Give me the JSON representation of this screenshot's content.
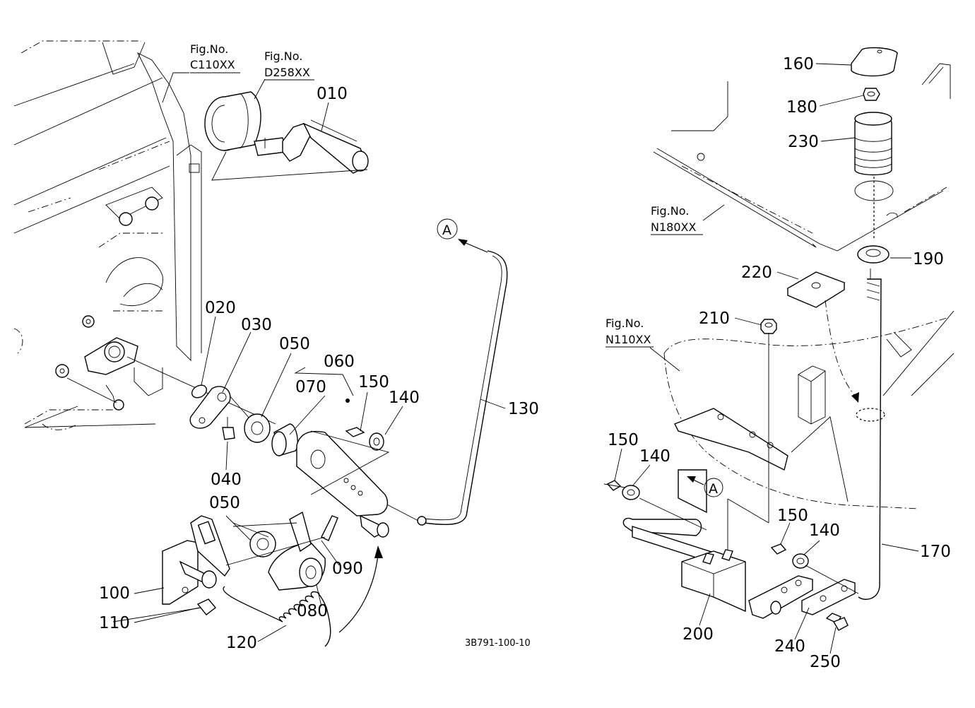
{
  "figure_refs": {
    "c110": {
      "line1": "Fig.No.",
      "line2": "C110XX"
    },
    "d258": {
      "line1": "Fig.No.",
      "line2": "D258XX"
    },
    "n180": {
      "line1": "Fig.No.",
      "line2": "N180XX"
    },
    "n110": {
      "line1": "Fig.No.",
      "line2": "N110XX"
    }
  },
  "left_labels": {
    "p010": "010",
    "p020": "020",
    "p030": "030",
    "p040": "040",
    "p050a": "050",
    "p050b": "050",
    "p060": "060",
    "p070": "070",
    "p080": "080",
    "p090": "090",
    "p100": "100",
    "p110": "110",
    "p120": "120",
    "p130": "130",
    "p140": "140",
    "p150": "150"
  },
  "right_labels": {
    "p140": "140",
    "p150": "150",
    "p140b": "140",
    "p150b": "150",
    "p160": "160",
    "p170": "170",
    "p180": "180",
    "p190": "190",
    "p200": "200",
    "p210": "210",
    "p220": "220",
    "p230": "230",
    "p240": "240",
    "p250": "250"
  },
  "connectors": {
    "left_a": "A",
    "right_a": "A"
  },
  "drawing_code": "3B791-100-10"
}
